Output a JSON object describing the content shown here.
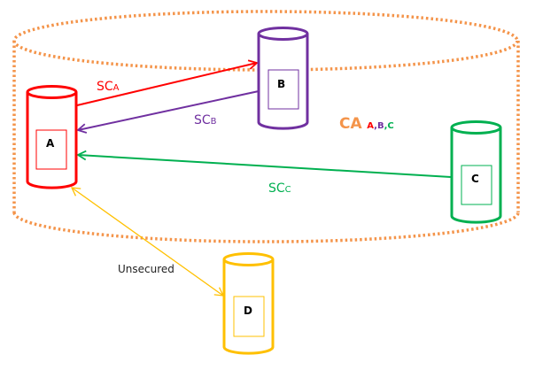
{
  "colors": {
    "ca": "#f4944a",
    "a": "#ff0000",
    "b": "#7030a0",
    "c": "#00b050",
    "d": "#ffc000"
  },
  "ca_label": {
    "main": "CA",
    "sub_a": "A",
    "sub_sep1": ",",
    "sub_b": "B",
    "sub_sep2": ",",
    "sub_c": "C"
  },
  "nodes": [
    {
      "id": "A",
      "label": "A"
    },
    {
      "id": "B",
      "label": "B"
    },
    {
      "id": "C",
      "label": "C"
    },
    {
      "id": "D",
      "label": "D"
    }
  ],
  "edges": {
    "sc_a": {
      "main": "SC",
      "sub": "A"
    },
    "sc_b": {
      "main": "SC",
      "sub": "B"
    },
    "sc_c": {
      "main": "SC",
      "sub": "C"
    },
    "unsecured": "Unsecured"
  }
}
